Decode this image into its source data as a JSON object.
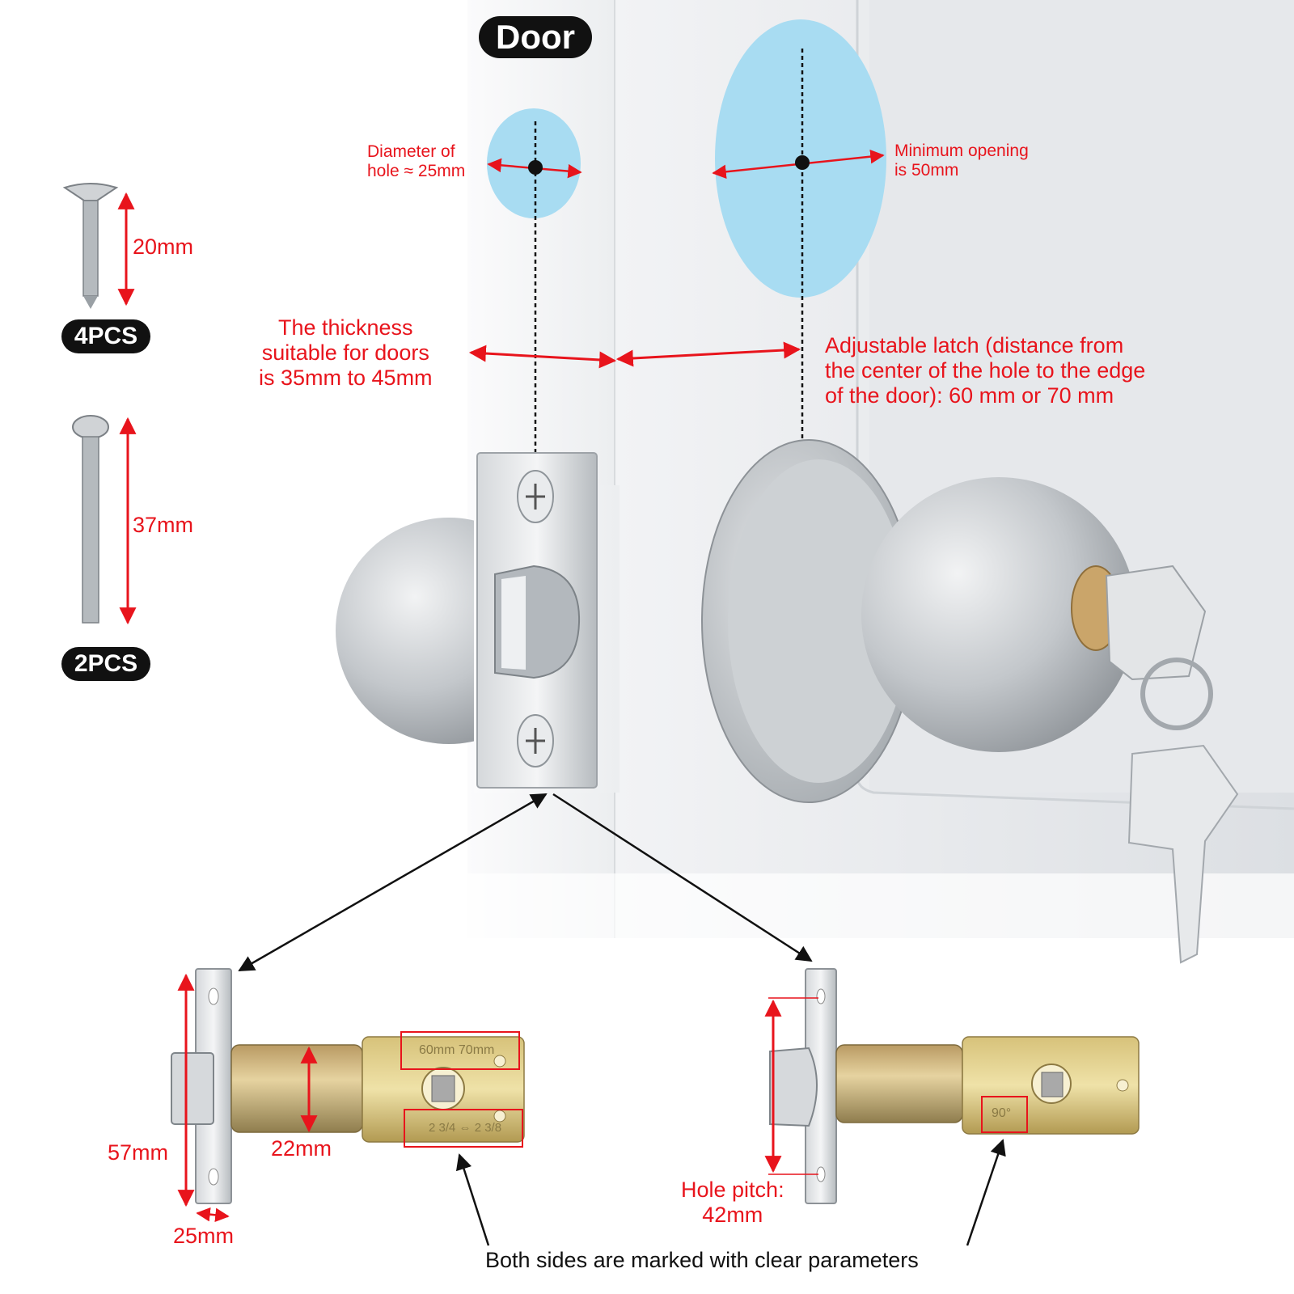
{
  "door_label": "Door",
  "screws": [
    {
      "length": "20mm",
      "qty": "4PCS"
    },
    {
      "length": "37mm",
      "qty": "2PCS"
    }
  ],
  "hole_small": {
    "text": "Diameter of\nhole ≈ 25mm"
  },
  "hole_large": {
    "text": "Minimum opening\nis 50mm"
  },
  "thickness": {
    "text": "The thickness\nsuitable for doors\nis 35mm to 45mm"
  },
  "latch_adjust": {
    "text": "Adjustable latch (distance from\nthe center of the hole to the edge\nof the door): 60 mm or 70 mm"
  },
  "latch_left": {
    "height": "57mm",
    "barrel": "22mm",
    "plate_width": "25mm",
    "marking_top": "60mm 70mm",
    "marking_bottom": "2 3/4 ⇔ 2 3/8"
  },
  "latch_right": {
    "pitch": "Hole pitch:\n42mm",
    "marking": "90°"
  },
  "footer": "Both sides are marked with clear parameters",
  "colors": {
    "accent": "#e8141c",
    "hole_fill": "#a8dcf2",
    "metal": "#c9cdd1",
    "brass": "#c9a954"
  }
}
